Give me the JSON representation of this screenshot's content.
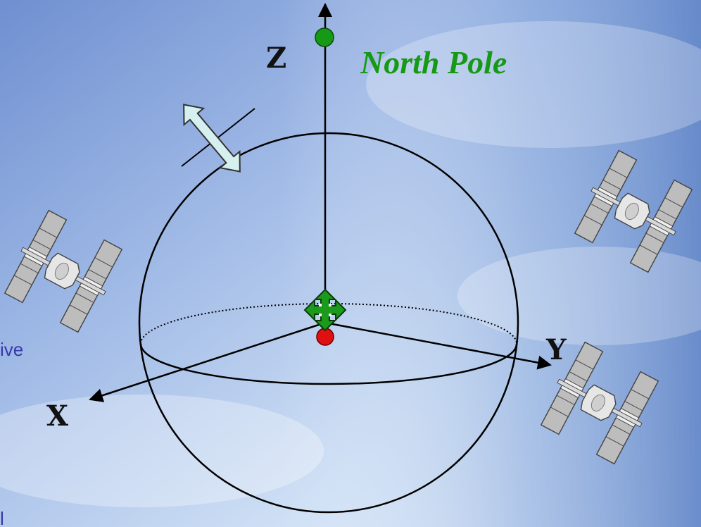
{
  "labels": {
    "z_axis": "Z",
    "y_axis": "Y",
    "x_axis": "X",
    "north_pole": "North Pole",
    "cut_text_1": "ive",
    "cut_text_2": "l"
  },
  "colors": {
    "sky_top": "#7f9ed8",
    "sky_bottom": "#d9e8f8",
    "north_pole": "#169a16",
    "center_marker": "#e01010",
    "arrow_fill": "#d6f0ef",
    "cut_text": "#3a3aa8"
  },
  "icons": {
    "satellites": [
      "satellite-icon",
      "satellite-icon",
      "satellite-icon"
    ],
    "move_cursor": "move-cursor-icon",
    "rotate_handle": "double-arrow-icon"
  }
}
